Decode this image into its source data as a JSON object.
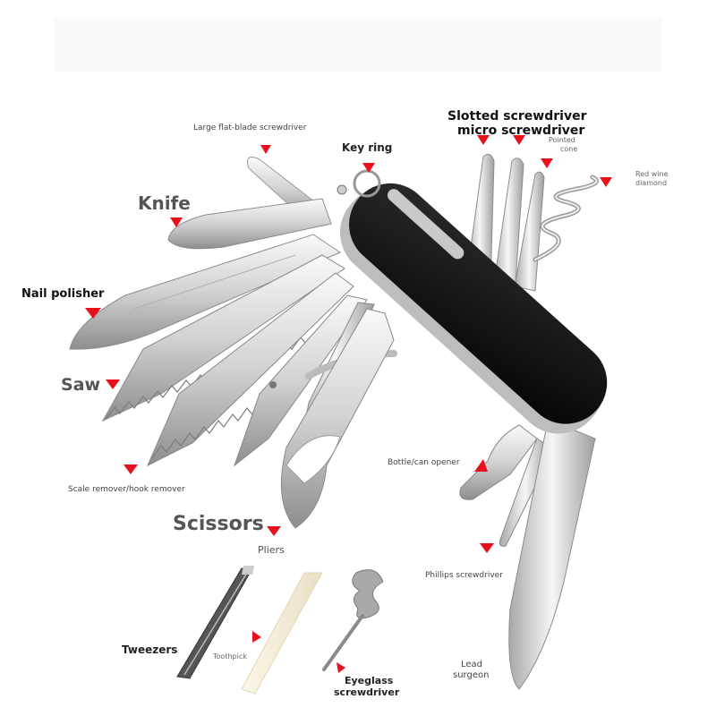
{
  "labels": {
    "large_flat_blade": "Large flat-blade screwdriver",
    "key_ring": "Key ring",
    "slotted_screwdriver": "Slotted screwdriver",
    "micro_screwdriver": "micro screwdriver",
    "pointed_cone_1": "Pointed",
    "pointed_cone_2": "cone",
    "red_wine_1": "Red wine",
    "red_wine_2": "diamond",
    "knife": "Knife",
    "nail_polisher": "Nail polisher",
    "saw": "Saw",
    "bottle_opener": "Bottle/can opener",
    "scale_remover": "Scale remover/hook remover",
    "scissors": "Scissors",
    "pliers": "Pliers",
    "phillips": "Phillips screwdriver",
    "tweezers": "Tweezers",
    "toothpick": "Toothpick",
    "eyeglass_1": "Eyeglass",
    "eyeglass_2": "screwdriver",
    "lead_1": "Lead",
    "lead_2": "surgeon"
  },
  "colors": {
    "marker": "#e8101a",
    "handle": "#111111",
    "steel_light": "#f4f4f4",
    "steel_dark": "#9a9a9a"
  }
}
